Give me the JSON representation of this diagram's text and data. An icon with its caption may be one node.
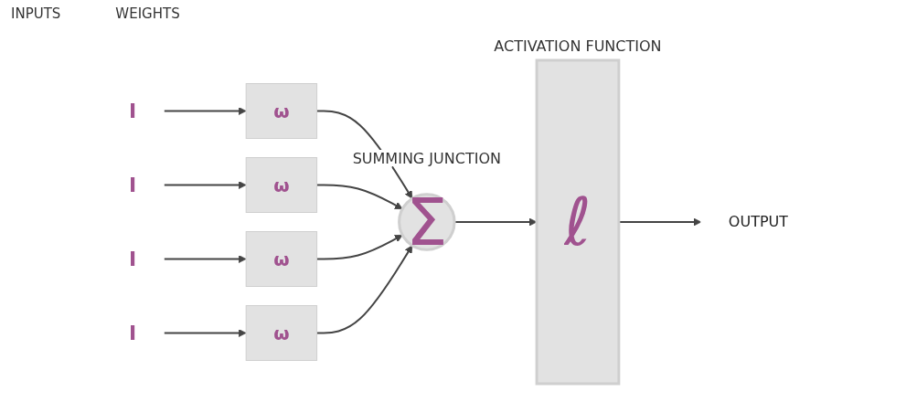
{
  "diagram": {
    "nodes": [
      {
        "text": [
          "I"
        ]
      },
      {
        "text": [
          "I"
        ]
      },
      {
        "text": [
          "I"
        ]
      },
      {
        "text": [
          "I"
        ]
      },
      {
        "text": [
          "ω"
        ]
      },
      {
        "text": [
          "ω"
        ]
      },
      {
        "text": [
          "ω"
        ]
      },
      {
        "text": [
          "ω"
        ]
      },
      {
        "text": [
          "Σ"
        ],
        "beside": [
          "SUMMING JUNCTION"
        ]
      },
      {
        "text": [
          "ℓ"
        ],
        "beside": [
          "ACTIVATION FUNCTION"
        ]
      },
      {
        "text": [
          "OUTPUT"
        ]
      }
    ],
    "edges": [
      {
        "from": 0,
        "to": 4,
        "arrow": "to"
      },
      {
        "from": 1,
        "to": 5,
        "arrow": "to"
      },
      {
        "from": 2,
        "to": 6,
        "arrow": "to"
      },
      {
        "from": 3,
        "to": 7,
        "arrow": "to"
      },
      {
        "from": 4,
        "to": 8,
        "arrow": "to"
      },
      {
        "from": 5,
        "to": 8,
        "arrow": "to"
      },
      {
        "from": 6,
        "to": 8,
        "arrow": "to"
      },
      {
        "from": 7,
        "to": 8,
        "arrow": "to"
      },
      {
        "from": 8,
        "to": 9,
        "arrow": "to"
      },
      {
        "from": 9,
        "to": 10,
        "arrow": "to"
      }
    ],
    "labels": [
      "INPUTS",
      "WEIGHTS"
    ]
  }
}
